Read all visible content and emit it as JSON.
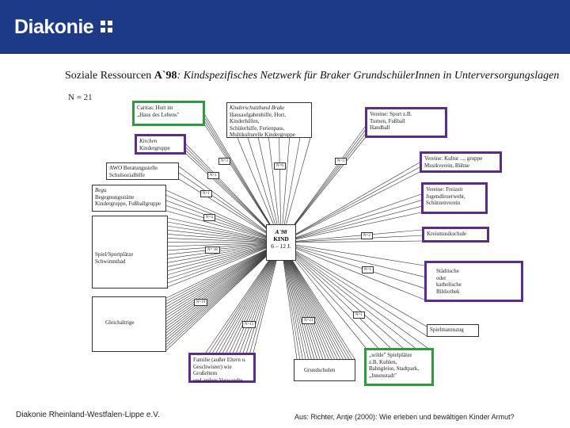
{
  "header": {
    "logo_text": "Diakonie",
    "logo_icon": "diakonie-cross-icon",
    "background_color": "#1c3a86"
  },
  "slide": {
    "title_prefix": "Soziale Ressourcen ",
    "title_bold": "A`98",
    "title_suffix": ": Kindspezifisches Netzwerk für Braker GrundschülerInnen in Unterversorgungslagen",
    "n_label": "N = 21"
  },
  "diagram": {
    "center": {
      "line1": "A`98",
      "line2": "KIND",
      "line3": "6 – 12 J."
    },
    "nodes": {
      "caritas": {
        "line1": "Caritas: Hort im",
        "line2": "„Haus des Lebens\""
      },
      "kinderschutzbund": {
        "line1": "Kinderschutzbund Brake",
        "line2": "Hausaufgabenhilfe, Hort, Kinderhilfen,",
        "line3": "Schülerhilfe, Ferienpass,",
        "line4": "Multikulturelle Kindergruppe"
      },
      "vereine_sport": {
        "line1": "Vereine: Sport z.B.",
        "line2": "Turnen, Fußball",
        "line3": "Handball"
      },
      "kirchen": {
        "line1": "Kirchen",
        "line2": "Kindergruppe"
      },
      "awo": {
        "line1": "AWO Beratungsstelle",
        "line2": "Schulsozialhilfe"
      },
      "vereine_kultur": {
        "line1": "Vereine: Kultur ..., gruppe",
        "line2": "Musikverein, Bühne"
      },
      "begu": {
        "line1": "Begu",
        "line2": "Begegnungsstätte",
        "line3": "Kindergruppe, Fußballgruppe"
      },
      "vereine_freizeit": {
        "line1": "Vereine: Freizeit",
        "line2": "Jugendfeuerwehr,",
        "line3": "Schützenverein"
      },
      "kreismusikschule": {
        "line1": "Kreismusikschule"
      },
      "spielplaetze": {
        "line1": "Spiel/Sportplätze",
        "line2": "Schwimmbad"
      },
      "bibliothek": {
        "line1": "Städtische",
        "line2": "oder",
        "line3": "katholische",
        "line4": "Bibliothek"
      },
      "gleichaltrige": {
        "line1": "Gleichaltrige"
      },
      "spielmannszug": {
        "line1": "Spielmannszug"
      },
      "familie": {
        "line1": "Familie (außer Eltern u.",
        "line2": "Geschwister) wie Großeltern",
        "line3": "und andere Verwandte"
      },
      "grundschulen": {
        "line1": "Grundschulen"
      },
      "wilde_spielplaetze": {
        "line1": "„wilde\" Spielplätze",
        "line2": "z.B. Kuhlen,",
        "line3": "Bahngleise, Stadtpark,",
        "line4": "„Innenstadt\""
      }
    },
    "n_labels": {
      "n3_a": "N=3",
      "n6": "N=6",
      "n3_b": "N=3",
      "n1_a": "N=1",
      "n1_b": "N=1",
      "n4": "N=4",
      "n2": "N=2",
      "n18": "N= 18",
      "n1_c": "N=1",
      "n19": "N=19",
      "n15": "N=15",
      "n21": "N=21",
      "n1_d": "N=1"
    },
    "highlight_colors": {
      "purple": "#5b2d8a",
      "green": "#2f9b3c"
    }
  },
  "footer": {
    "left": "Diakonie Rheinland-Westfalen-Lippe e.V.",
    "right": "Aus: Richter, Antje (2000): Wie erleben und bewältigen Kinder Armut?"
  }
}
